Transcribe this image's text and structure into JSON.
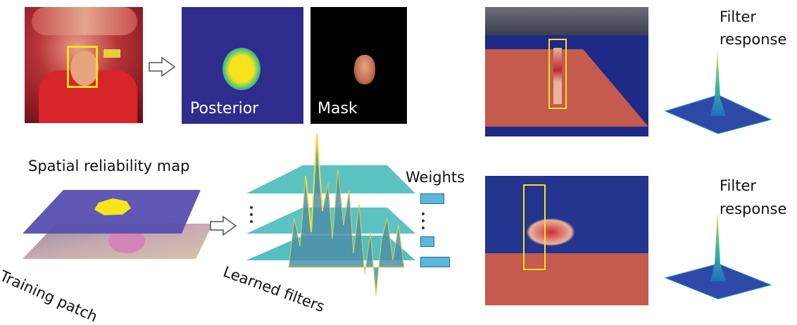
{
  "top_row": {
    "posterior_label": "Posterior",
    "mask_label": "Mask"
  },
  "bottom_left": {
    "reliability_map_label": "Spatial reliability map",
    "training_patch_label": "Training patch",
    "learned_filters_label": "Learned filters",
    "weights_label": "Weights"
  },
  "right_panels": [
    {
      "filter_label_line1": "Filter",
      "filter_label_line2": "response"
    },
    {
      "filter_label_line1": "Filter",
      "filter_label_line2": "response"
    }
  ],
  "colors": {
    "posterior_bg": "#2f2c8e",
    "mask_bg": "#000000",
    "plane_fill": "#3fb8b9",
    "reliability_plane": "#574fb0",
    "reliability_blob": "#f5e51b",
    "tracking_box": "#f4e21c",
    "weight_bar": "#5bb7dd",
    "track_floor": "#c55a4e",
    "arena_blue": "#2a3fa4"
  }
}
